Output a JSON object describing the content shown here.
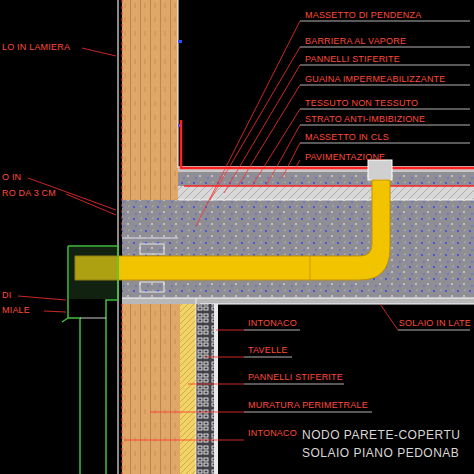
{
  "diagram": {
    "title": "NODO PARETE-COPERTU SOLAIO PIANO PEDONAB",
    "labels": [
      "LO IN LAMIERA",
      "O IN",
      "RO DA 3 CM",
      "DI",
      "MIALE",
      "MASSETTO DI PENDENZA",
      "BARRIERA AL VAPORE",
      "PANNELLI STIFERITE",
      "GUAINA IMPERMEABILIZZANTE",
      "TESSUTO NON TESSUTO",
      "STRATO ANTI-IMBIBIZIONE",
      "MASSETTO IN CLS",
      "PAVIMENTAZIONE",
      "SOLAIO IN LATE",
      "INTONACO",
      "TAVELLE",
      "PANNELLI STIFERITE",
      "MURATURA PERIMETRALE",
      "INTONACO"
    ]
  }
}
